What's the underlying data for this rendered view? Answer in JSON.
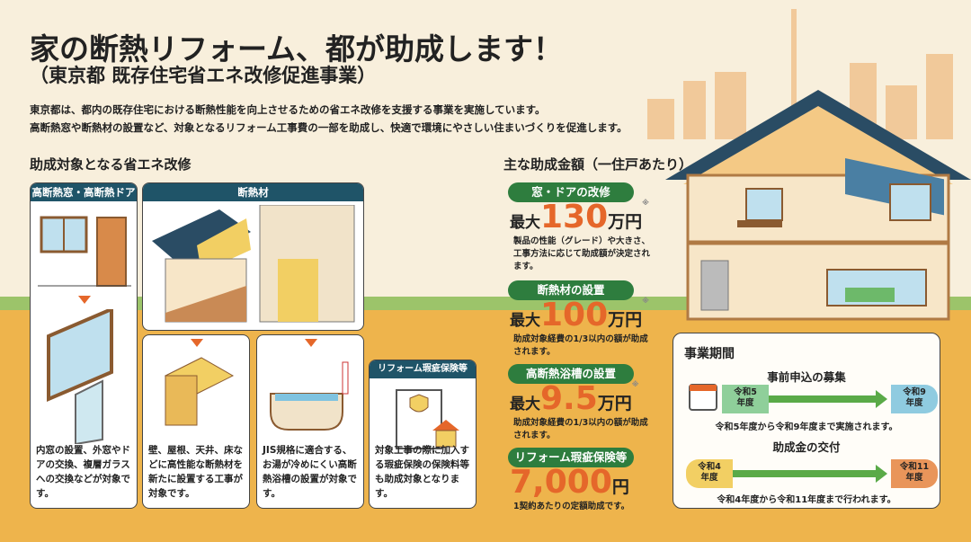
{
  "header": {
    "title": "家の断熱リフォーム、都が助成します！",
    "subtitle": "（東京都 既存住宅省エネ改修促進事業）",
    "intro": [
      "東京都は、都内の既存住宅における断熱性能を向上させるための省エネ改修を支援する事業を実施しています。",
      "高断熱窓や断熱材の設置など、対象となるリフォーム工事費の一部を助成し、快適で環境にやさしい住まいづくりを促進します。"
    ]
  },
  "targets": {
    "heading": "助成対象となる省エネ改修",
    "panels": [
      {
        "title": "高断熱窓・高断熱ドア",
        "caption": "内窓の設置、外窓やドアの交換、複層ガラスへの交換などが対象です。"
      },
      {
        "title": "断熱材",
        "caption": "壁、屋根、天井、床などに高性能な断熱材を新たに設置する工事が対象です。"
      },
      {
        "caption": "JIS規格に適合する、お湯が冷めにくい高断熱浴槽の設置が対象です。"
      },
      {
        "title": "リフォーム瑕疵保険等",
        "caption": "対象工事の際に加入する瑕疵保険の保険料等も助成対象となります。"
      }
    ]
  },
  "amounts": {
    "heading": "主な助成金額（一住戸あたり）",
    "items": [
      {
        "label": "窓・ドアの改修",
        "prefix": "最大",
        "value": "130",
        "unit": "万円",
        "note": "※",
        "desc": "製品の性能（グレード）や大きさ、工事方法に応じて助成額が決定されます。"
      },
      {
        "label": "断熱材の設置",
        "prefix": "最大",
        "value": "100",
        "unit": "万円",
        "note": "※",
        "desc": "助成対象経費の1/3以内の額が助成されます。"
      },
      {
        "label": "高断熱浴槽の設置",
        "prefix": "最大",
        "value": "9.5",
        "unit": "万円",
        "note": "※",
        "desc": "助成対象経費の1/3以内の額が助成されます。"
      },
      {
        "label": "リフォーム瑕疵保険等",
        "value": "7,000",
        "unit": "円",
        "desc": "1契約あたりの定額助成です。"
      }
    ]
  },
  "schedule": {
    "heading": "事業期間",
    "rows": [
      {
        "title": "事前申込の募集",
        "start": "令和5\n年度",
        "end": "令和9\n年度",
        "text": "令和5年度から令和9年度まで実施されます。"
      },
      {
        "title": "助成金の交付",
        "start": "令和4\n年度",
        "end": "令和11\n年度",
        "text": "令和4年度から令和11年度まで行われます。"
      }
    ]
  },
  "colors": {
    "accent": "#e5672a",
    "green": "#2e7d3e",
    "navy": "#1f5468",
    "ground": "#eeb44c",
    "background": "#f8efdc"
  }
}
